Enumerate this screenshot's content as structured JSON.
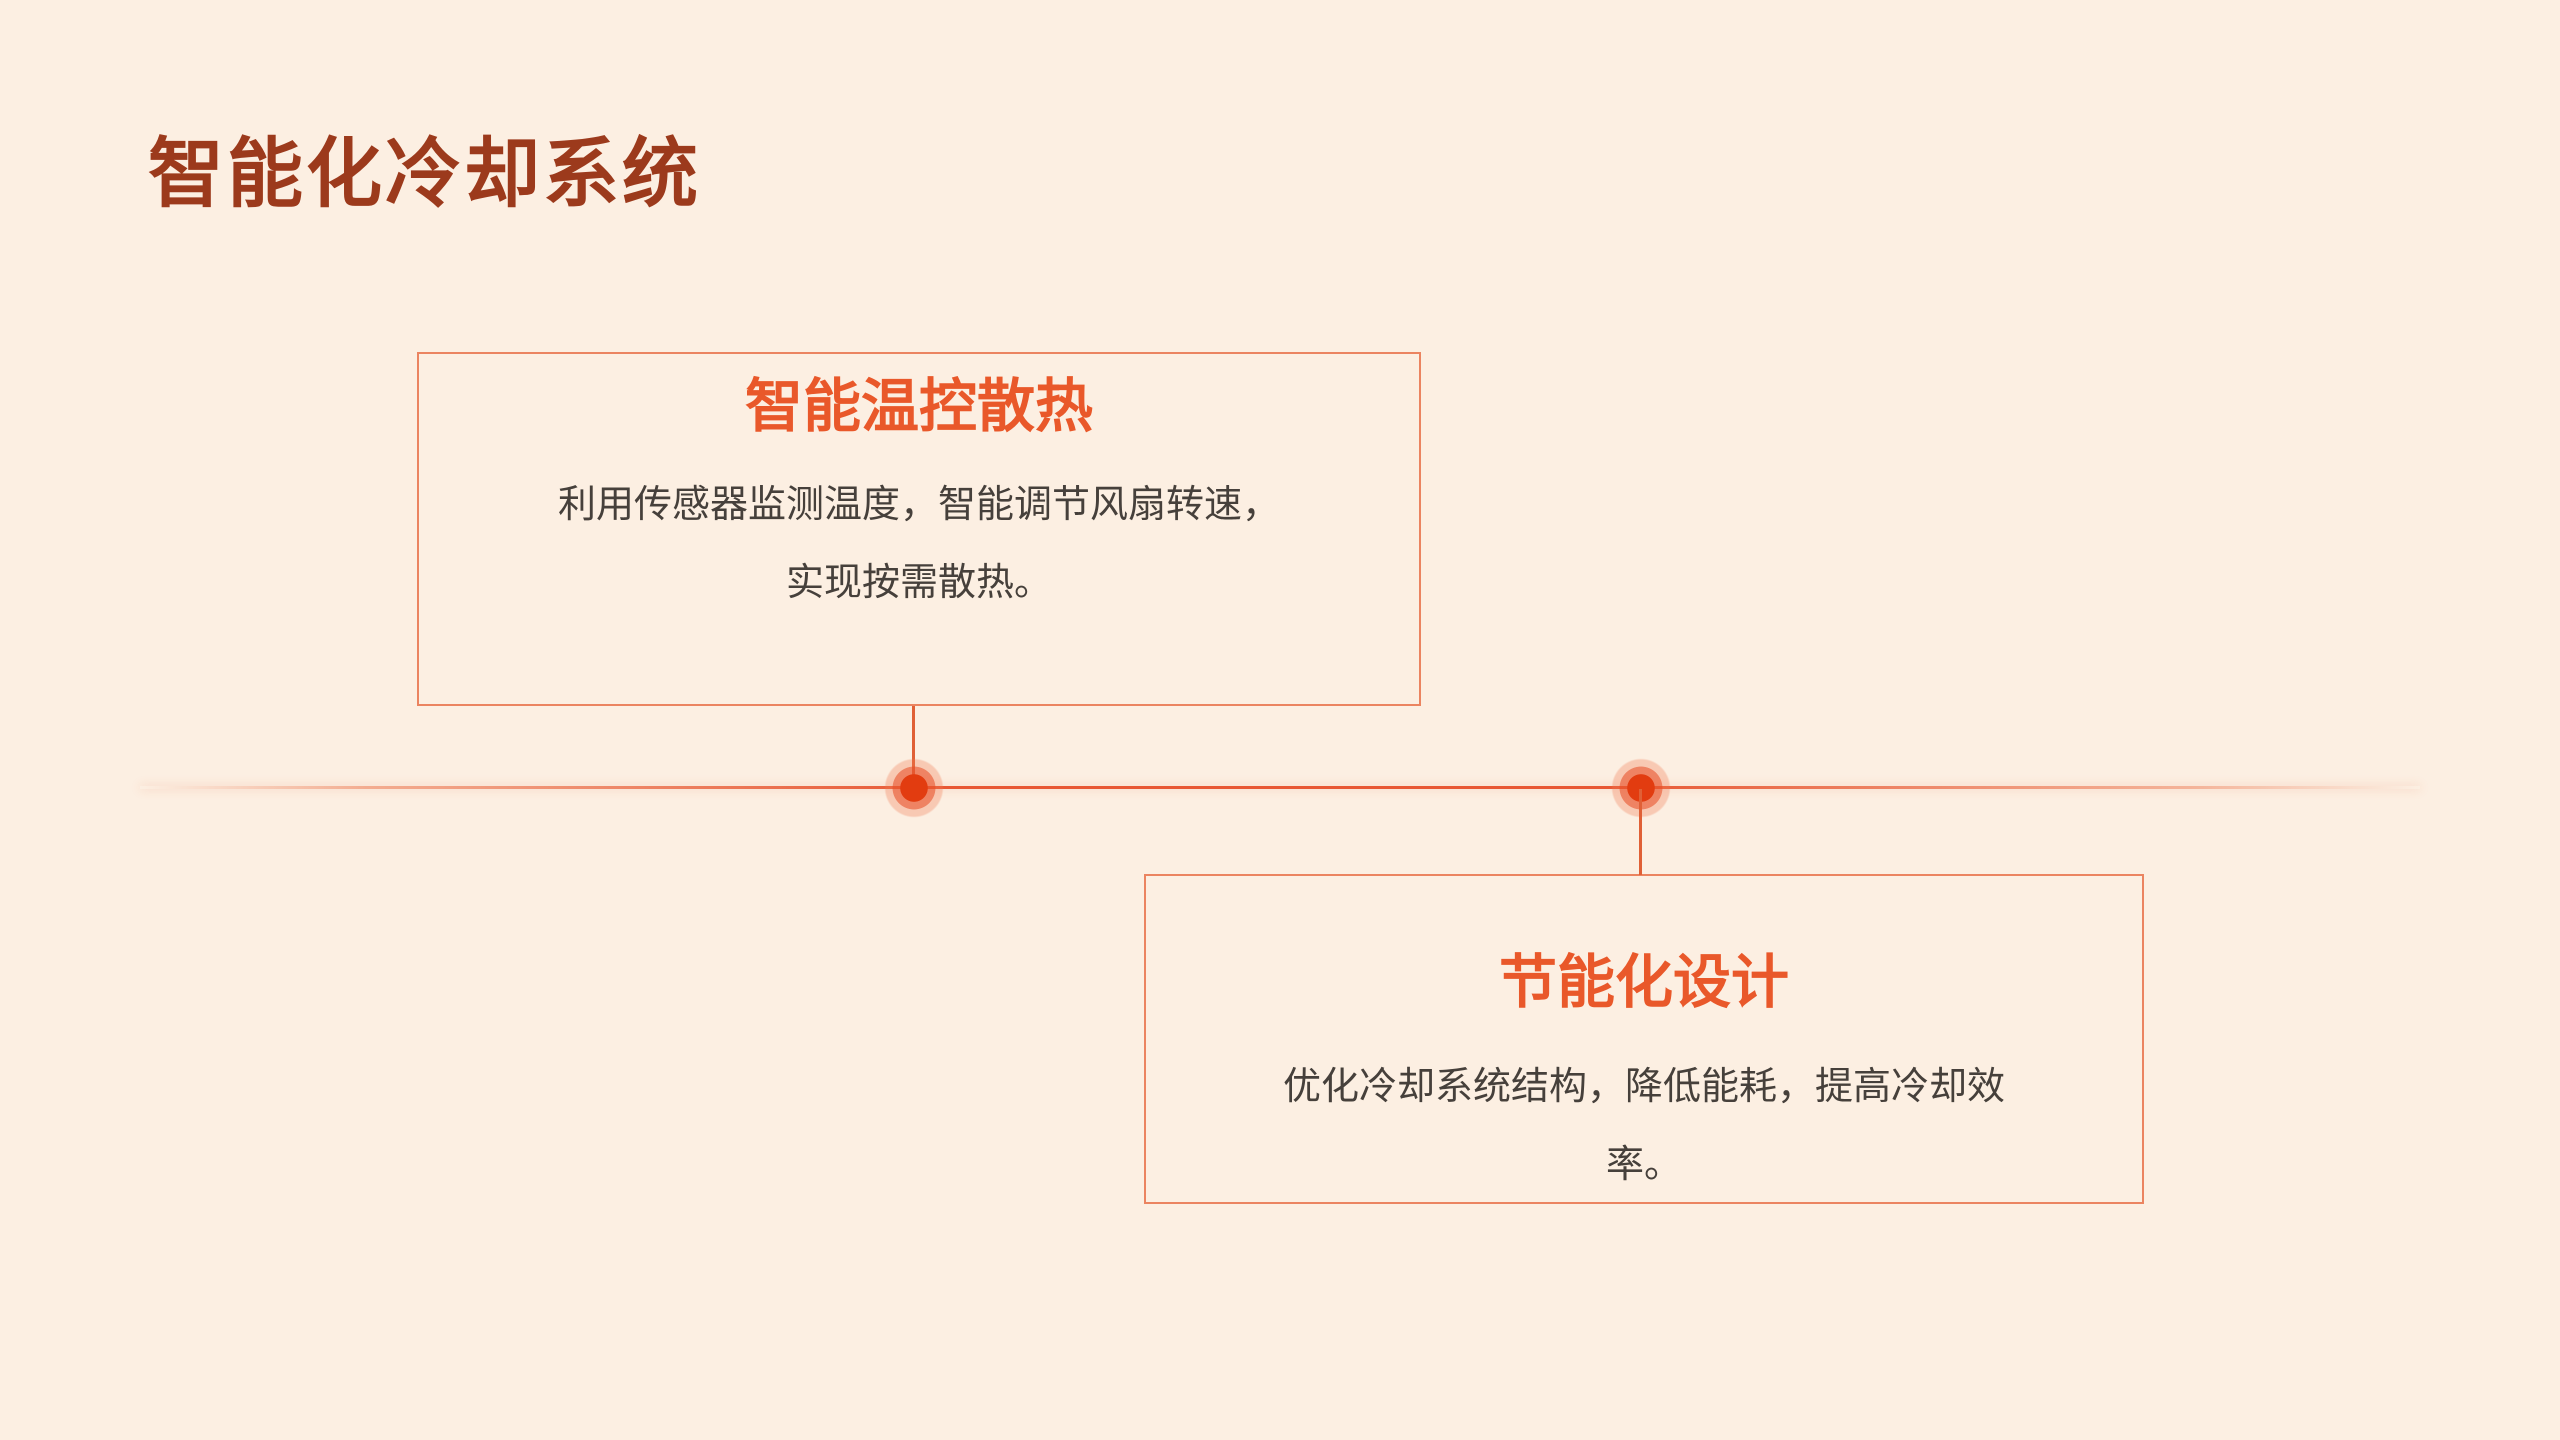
{
  "slide": {
    "title": "智能化冷却系统"
  },
  "colors": {
    "background": "#fcefe2",
    "title_text": "#9c3a1c",
    "accent_orange": "#e9582a",
    "card_border": "#e06036",
    "body_text": "#46403b",
    "timeline_line": "#e23c10"
  },
  "timeline": {
    "items": [
      {
        "title": "智能温控散热",
        "description": "利用传感器监测温度，智能调节风扇转速，\n实现按需散热。"
      },
      {
        "title": "节能化设计",
        "description": "优化冷却系统结构，降低能耗，提高冷却效\n率。"
      }
    ]
  }
}
